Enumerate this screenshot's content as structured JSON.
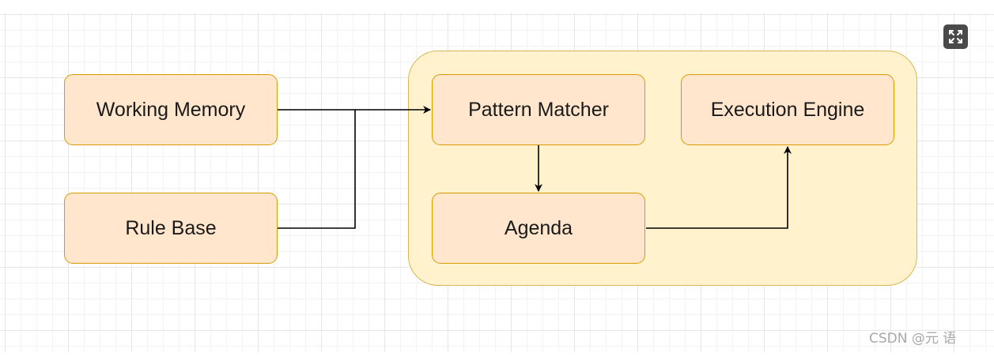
{
  "diagram": {
    "nodes": {
      "working_memory": "Working Memory",
      "rule_base": "Rule Base",
      "pattern_matcher": "Pattern Matcher",
      "execution_engine": "Execution Engine",
      "agenda": "Agenda"
    },
    "edges": [
      {
        "from": "Working Memory",
        "to": "Pattern Matcher"
      },
      {
        "from": "Rule Base",
        "to": "Pattern Matcher"
      },
      {
        "from": "Pattern Matcher",
        "to": "Agenda"
      },
      {
        "from": "Agenda",
        "to": "Execution Engine"
      }
    ],
    "colors": {
      "node_fill": "#ffe6cc",
      "node_border": "#d79b00",
      "group_fill": "#fff2cc",
      "group_border": "#d6b656"
    }
  },
  "toolbar": {
    "expand_icon": "expand-icon"
  },
  "watermark": "CSDN @元 语"
}
